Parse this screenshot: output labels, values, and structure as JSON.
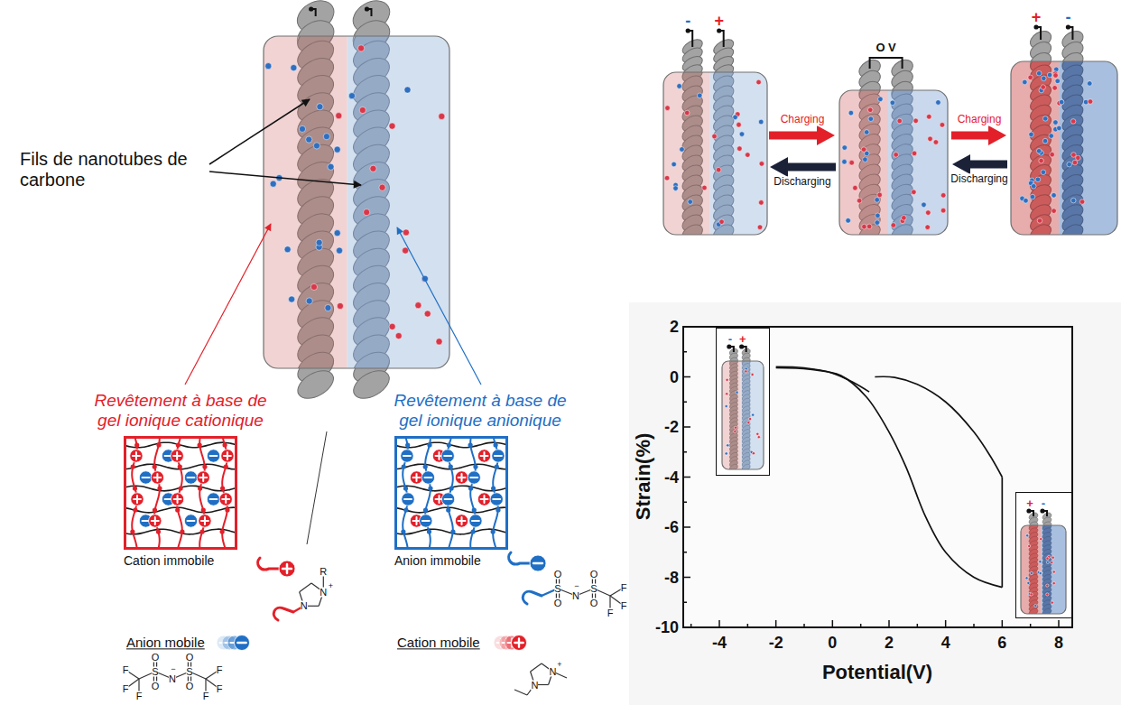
{
  "diagram": {
    "nodes": [
      {
        "text": [
          "Cation immobile"
        ]
      },
      {
        "text": [
          "Anion immobile"
        ]
      },
      {
        "text": [
          "-",
          "+"
        ]
      },
      {
        "text": [
          "O V"
        ]
      },
      {
        "text": [
          "+",
          "-"
        ]
      },
      {
        "text": [
          "-",
          "+"
        ]
      },
      {
        "text": [
          "+",
          "-"
        ]
      }
    ],
    "edges": [
      {
        "from": 2,
        "to": 3,
        "arrow": "to",
        "label": "Charging"
      },
      {
        "from": 3,
        "to": 2,
        "arrow": "to",
        "label": "Discharging"
      },
      {
        "from": 3,
        "to": 4,
        "arrow": "to",
        "label": "Charging"
      },
      {
        "from": 4,
        "to": 3,
        "arrow": "to",
        "label": "Discharging"
      }
    ],
    "labels": [
      "Fils de nanotubes de carbone",
      "Revêtement à base de gel ionique cationique",
      "Revêtement à base de gel ionique anionique",
      "Anion mobile",
      "Cation mobile",
      "Strain(%)",
      "Potential(V)",
      "2",
      "0",
      "-2",
      "-4",
      "-6",
      "-8",
      "-10",
      "-4",
      "-2",
      "0",
      "2",
      "4",
      "6",
      "8",
      "N",
      "+",
      "R",
      "N",
      "F",
      "F",
      "F",
      "S",
      "O",
      "O",
      "N",
      "−",
      "S",
      "O",
      "O",
      "F",
      "F",
      "F",
      "S",
      "O",
      "O",
      "N",
      "−",
      "S",
      "O",
      "O",
      "F",
      "F",
      "F",
      "N",
      "+",
      "N"
    ]
  }
}
